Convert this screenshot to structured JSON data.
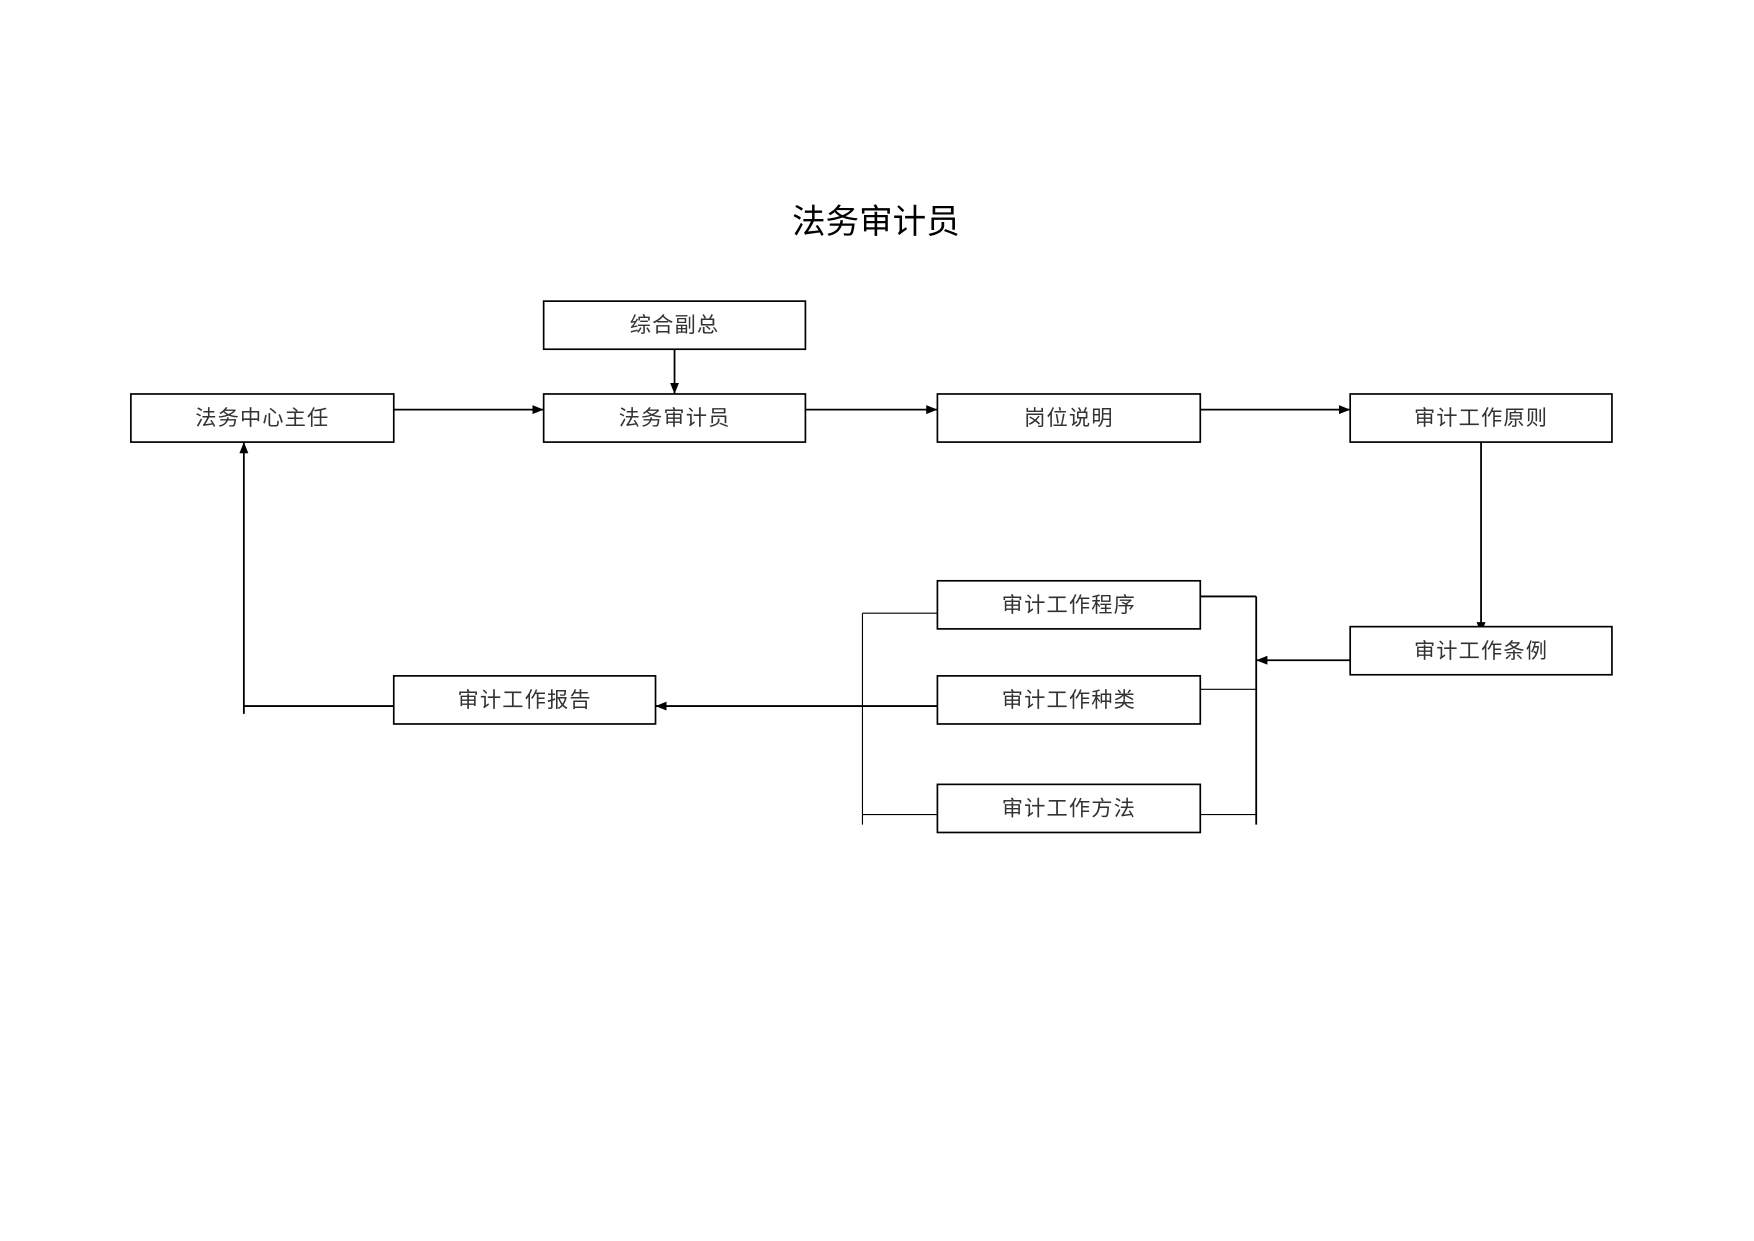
{
  "title": "法务审计员",
  "boxes": {
    "top": "综合副总",
    "main_row": [
      "法务中心主任",
      "法务审计员",
      "岗位说明",
      "审计工作原则"
    ],
    "regulation": "审计工作条例",
    "branches": [
      "审计工作程序",
      "审计工作种类",
      "审计工作方法"
    ],
    "report": "审计工作报告"
  }
}
